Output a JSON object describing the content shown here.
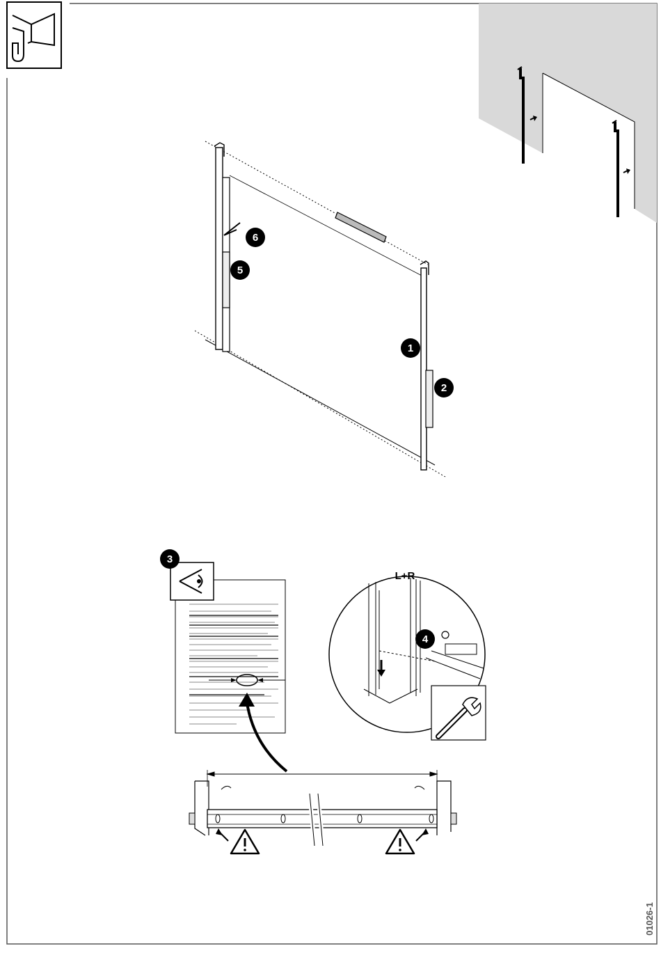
{
  "page": {
    "doc_code": "01026-1"
  },
  "callouts": {
    "c1": "1",
    "c2": "2",
    "c3": "3",
    "c4": "4",
    "c5": "5",
    "c6": "6"
  },
  "detail": {
    "side_label": "L+R"
  },
  "icons": {
    "header": "rail-hook-icon",
    "inspect": "eye-icon",
    "wrench": "wrench-icon",
    "warning": "warning-triangle-icon"
  },
  "colors": {
    "wall": "#d9d9d9",
    "line": "#000000",
    "frame": "#555555"
  }
}
